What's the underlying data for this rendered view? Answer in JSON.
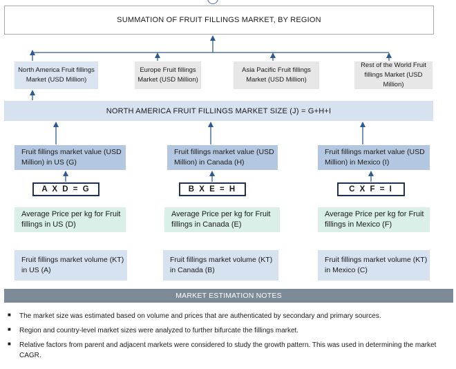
{
  "title": "SUMMATION OF FRUIT FILLINGS MARKET, BY REGION",
  "regions": [
    {
      "label": "North America Fruit fillings Market (USD Million)"
    },
    {
      "label": "Europe Fruit fillings Market (USD Million)"
    },
    {
      "label": "Asia Pacific Fruit fillings Market (USD Million)"
    },
    {
      "label": "Rest of the World  Fruit fillings Market (USD Million)"
    }
  ],
  "na_band": "NORTH AMERICA FRUIT FILLINGS MARKET SIZE (J) = G+H+I",
  "countries": [
    {
      "value": "Fruit fillings market value (USD Million) in US (G)",
      "formula": "A X D = G",
      "price": "Average Price per kg for Fruit fillings in US (D)",
      "volume": "Fruit fillings market volume (KT) in US (A)"
    },
    {
      "value": "Fruit fillings market value (USD Million) in Canada (H)",
      "formula": "B X E = H",
      "price": "Average Price per kg for Fruit fillings in Canada (E)",
      "volume": "Fruit fillings market volume (KT) in Canada (B)"
    },
    {
      "value": "Fruit fillings market value (USD Million) in Mexico (I)",
      "formula": "C X F = I",
      "price": "Average Price per kg for Fruit fillings in Mexico (F)",
      "volume": "Fruit fillings market volume (KT) in Mexico (C)"
    }
  ],
  "notes_title": "MARKET ESTIMATION NOTES",
  "notes": [
    "The market size was estimated based on volume and prices that are authenticated by secondary and primary sources.",
    "Region and country-level market sizes were analyzed to further bifurcate the fillings market.",
    "Relative factors from parent and adjacent markets were considered to study the growth pattern. This was used in determining the market CAGR."
  ],
  "colors": {
    "arrow": "#2e5a94",
    "region_na": "#dbe5f1",
    "region_other": "#e7e7e7",
    "value_box": "#b3c8e0",
    "price_box": "#d9efe8",
    "volume_box": "#d6e2ef",
    "notes_band": "#7d8b99"
  }
}
